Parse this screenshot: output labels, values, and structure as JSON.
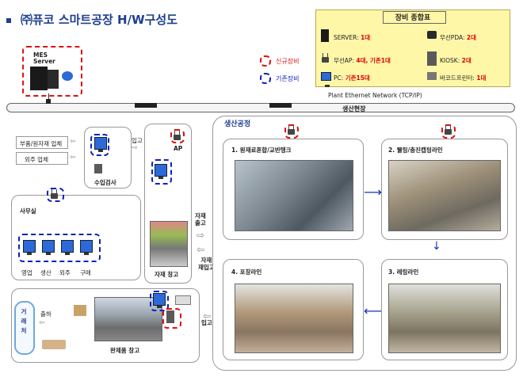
{
  "title": "㈜퓨코 스마트공장 H/W구성도",
  "summary": {
    "title": "장비 종합표",
    "items": [
      {
        "label": "SERVER:",
        "value": "1대",
        "icon": "server-icon"
      },
      {
        "label": "무선PDA:",
        "value": "2대",
        "icon": "pda-icon"
      },
      {
        "label": "무선AP:",
        "value": "4대, 기존1대",
        "icon": "access-point-icon"
      },
      {
        "label": "KIOSK:",
        "value": "2대",
        "icon": "kiosk-icon"
      },
      {
        "label": "PC:",
        "value": "기존15대",
        "icon": "pc-icon"
      },
      {
        "label": "바코드프린터:",
        "value": "1대",
        "icon": "barcode-printer-icon"
      }
    ]
  },
  "legend": {
    "new": "신규장비",
    "existing": "기존장비",
    "colors": {
      "new": "#e01010",
      "existing": "#1020c0"
    }
  },
  "mes_server": "MES\nServer",
  "network": "Plant Ethernet Network (TCP/IP)",
  "site_label": "생산현장",
  "production": {
    "title": "생산공정",
    "steps": [
      "1. 원재료혼합/교반탱크",
      "2. 웰링/충진캡핑라인",
      "3. 레링라인",
      "4. 포장라인"
    ]
  },
  "suppliers": [
    "부품/원자재 업체",
    "외주 업체"
  ],
  "inspection": "수입검사",
  "inbound": "입고",
  "ap_label": "AP",
  "office": {
    "title": "사무실",
    "departments": [
      "영업",
      "생산",
      "외주",
      "구매"
    ]
  },
  "material_warehouse": "자재 창고",
  "material_out": "자재\n출고",
  "material_return": "자재\n재입고",
  "finished_warehouse": "완제품 창고",
  "shipping": "출하",
  "customer": "거래처",
  "inbound2": "입고"
}
